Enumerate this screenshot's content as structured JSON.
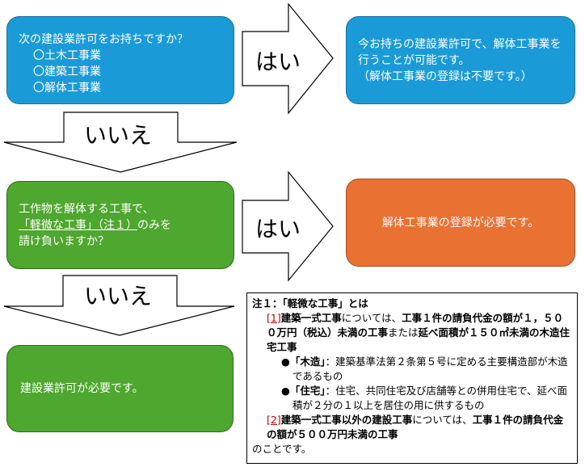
{
  "box_q1": {
    "question": "次の建設業許可をお持ちですか？",
    "items": [
      "〇土木工事業",
      "〇建築工事業",
      "〇解体工事業"
    ]
  },
  "box_a1": {
    "line1": "今お持ちの建設業許可で、解体工事業を行うことが可能です。",
    "line2": "（解体工事業の登録は不要です。）"
  },
  "box_q2": {
    "line1": "工作物を解体する工事で、",
    "underlined": "「軽微な工事」（注１）",
    "line2_rest": "のみを",
    "line3": "請け負いますか？"
  },
  "box_a2": {
    "text": "解体工事業の登録が必要です。"
  },
  "box_a3": {
    "text": "建設業許可が必要です。"
  },
  "arrows": {
    "yes": "はい",
    "no": "いいえ"
  },
  "note": {
    "title": "注１：「軽微な工事」とは",
    "item1_marker": "[1]",
    "item1_a": "建築一式工事",
    "item1_b": "については、",
    "item1_c": "工事１件の請負代金の額が１，５００万円（税込）未満の工事",
    "item1_d": "または",
    "item1_e": "延べ面積が１５０㎡未満の木造住宅工事",
    "bullet1_term": "●「木造」",
    "bullet1_text": "：建築基準法第２条第５号に定める主要構造部が木造であるもの",
    "bullet2_term": "●「住宅」",
    "bullet2_text": "：住宅、共同住宅及び店舗等との併用住宅で、延べ面積が２分の１以上を居住の用に供するもの",
    "item2_marker": "[2]",
    "item2_a": "建築一式工事以外の建設工事",
    "item2_b": "については、",
    "item2_c": "工事１件の請負代金の額が５００万円未満の工事",
    "closing": "のことです。"
  }
}
